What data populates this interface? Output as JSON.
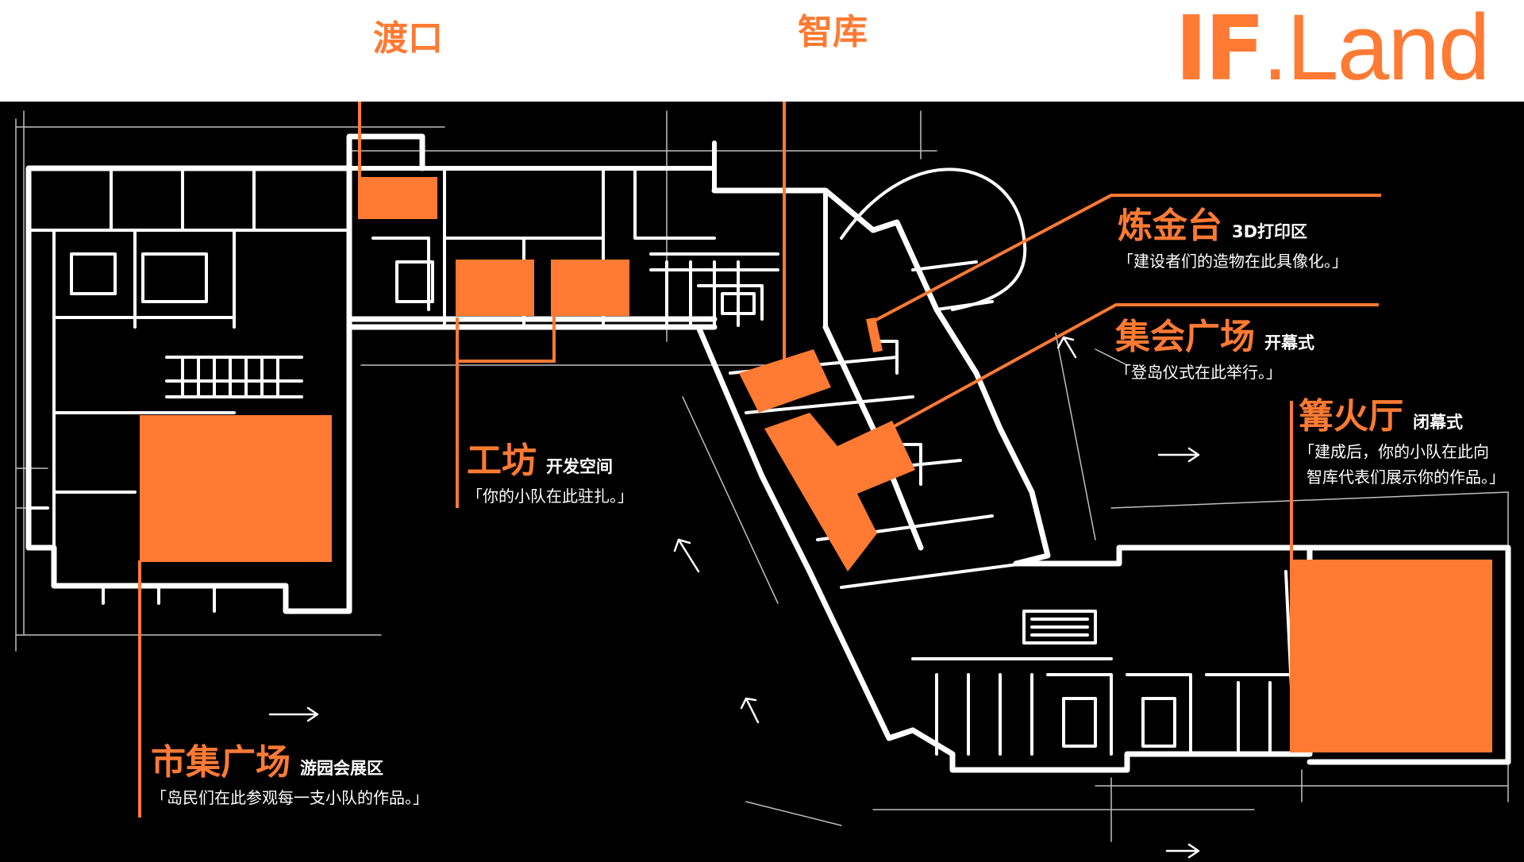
{
  "colors": {
    "accent": "#FF7A33",
    "background": "#000000",
    "header": "#FFFFFF",
    "sketch": "#FFFFFF",
    "text_on_dark": "#FFFFFF"
  },
  "logo": {
    "bold_part": "IF",
    "thin_part": ".Land"
  },
  "zones": {
    "ferry": {
      "title": "渡口"
    },
    "thinktank": {
      "title": "智库"
    },
    "alchemy": {
      "title": "炼金台",
      "subtitle": "3D打印区",
      "desc": "「建设者们的造物在此具像化。」"
    },
    "assembly": {
      "title": "集会广场",
      "subtitle": "开幕式",
      "desc": "「登岛仪式在此举行。」"
    },
    "bonfire": {
      "title": "篝火厅",
      "subtitle": "闭幕式",
      "desc_line1": "「建成后，你的小队在此向",
      "desc_line2": "智库代表们展示你的作品。」"
    },
    "workshop": {
      "title": "工坊",
      "subtitle": "开发空间",
      "desc": "「你的小队在此驻扎。」"
    },
    "market": {
      "title": "市集广场",
      "subtitle": "游园会展区",
      "desc": "「岛民们在此参观每一支小队的作品。」"
    }
  }
}
